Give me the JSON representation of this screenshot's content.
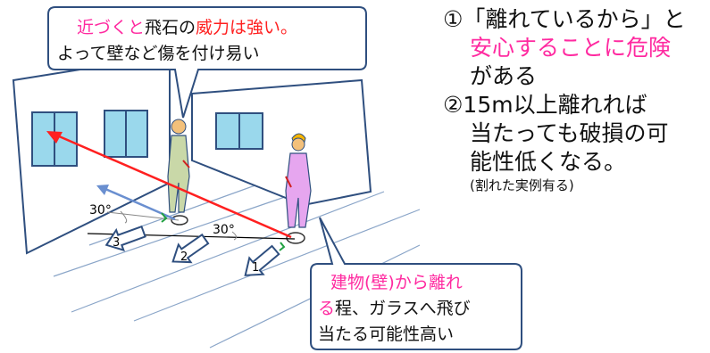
{
  "callout_top": {
    "line1_pink": "近づくと",
    "line1_black": "飛石の",
    "line1_red": "威力は強い。",
    "line2": "よって壁など傷を付け易い"
  },
  "callout_bottom": {
    "line1": "建物(壁)から離れ",
    "line2_pink": "る",
    "line2_black": "程、ガラスへ飛び",
    "line3": "当たる可能性高い"
  },
  "notes": {
    "item1_line1": "①「離れているから」と",
    "item1_line2": "安心することに危険",
    "item1_line3": "がある",
    "item2_line1": "②15m以上離れれば",
    "item2_line2": "当たっても破損の可",
    "item2_line3": "能性低くなる。",
    "item2_line4": "(割れた実例有る)"
  },
  "diagram": {
    "angle_left": "30°",
    "angle_right": "30°",
    "arrow_labels": [
      "3",
      "2",
      "1"
    ]
  },
  "colors": {
    "pink": "#ff2aa0",
    "red": "#ff2020",
    "outline": "#2f4f7f",
    "worker_left": "#c9d8a8",
    "worker_right": "#e6a6ef"
  }
}
